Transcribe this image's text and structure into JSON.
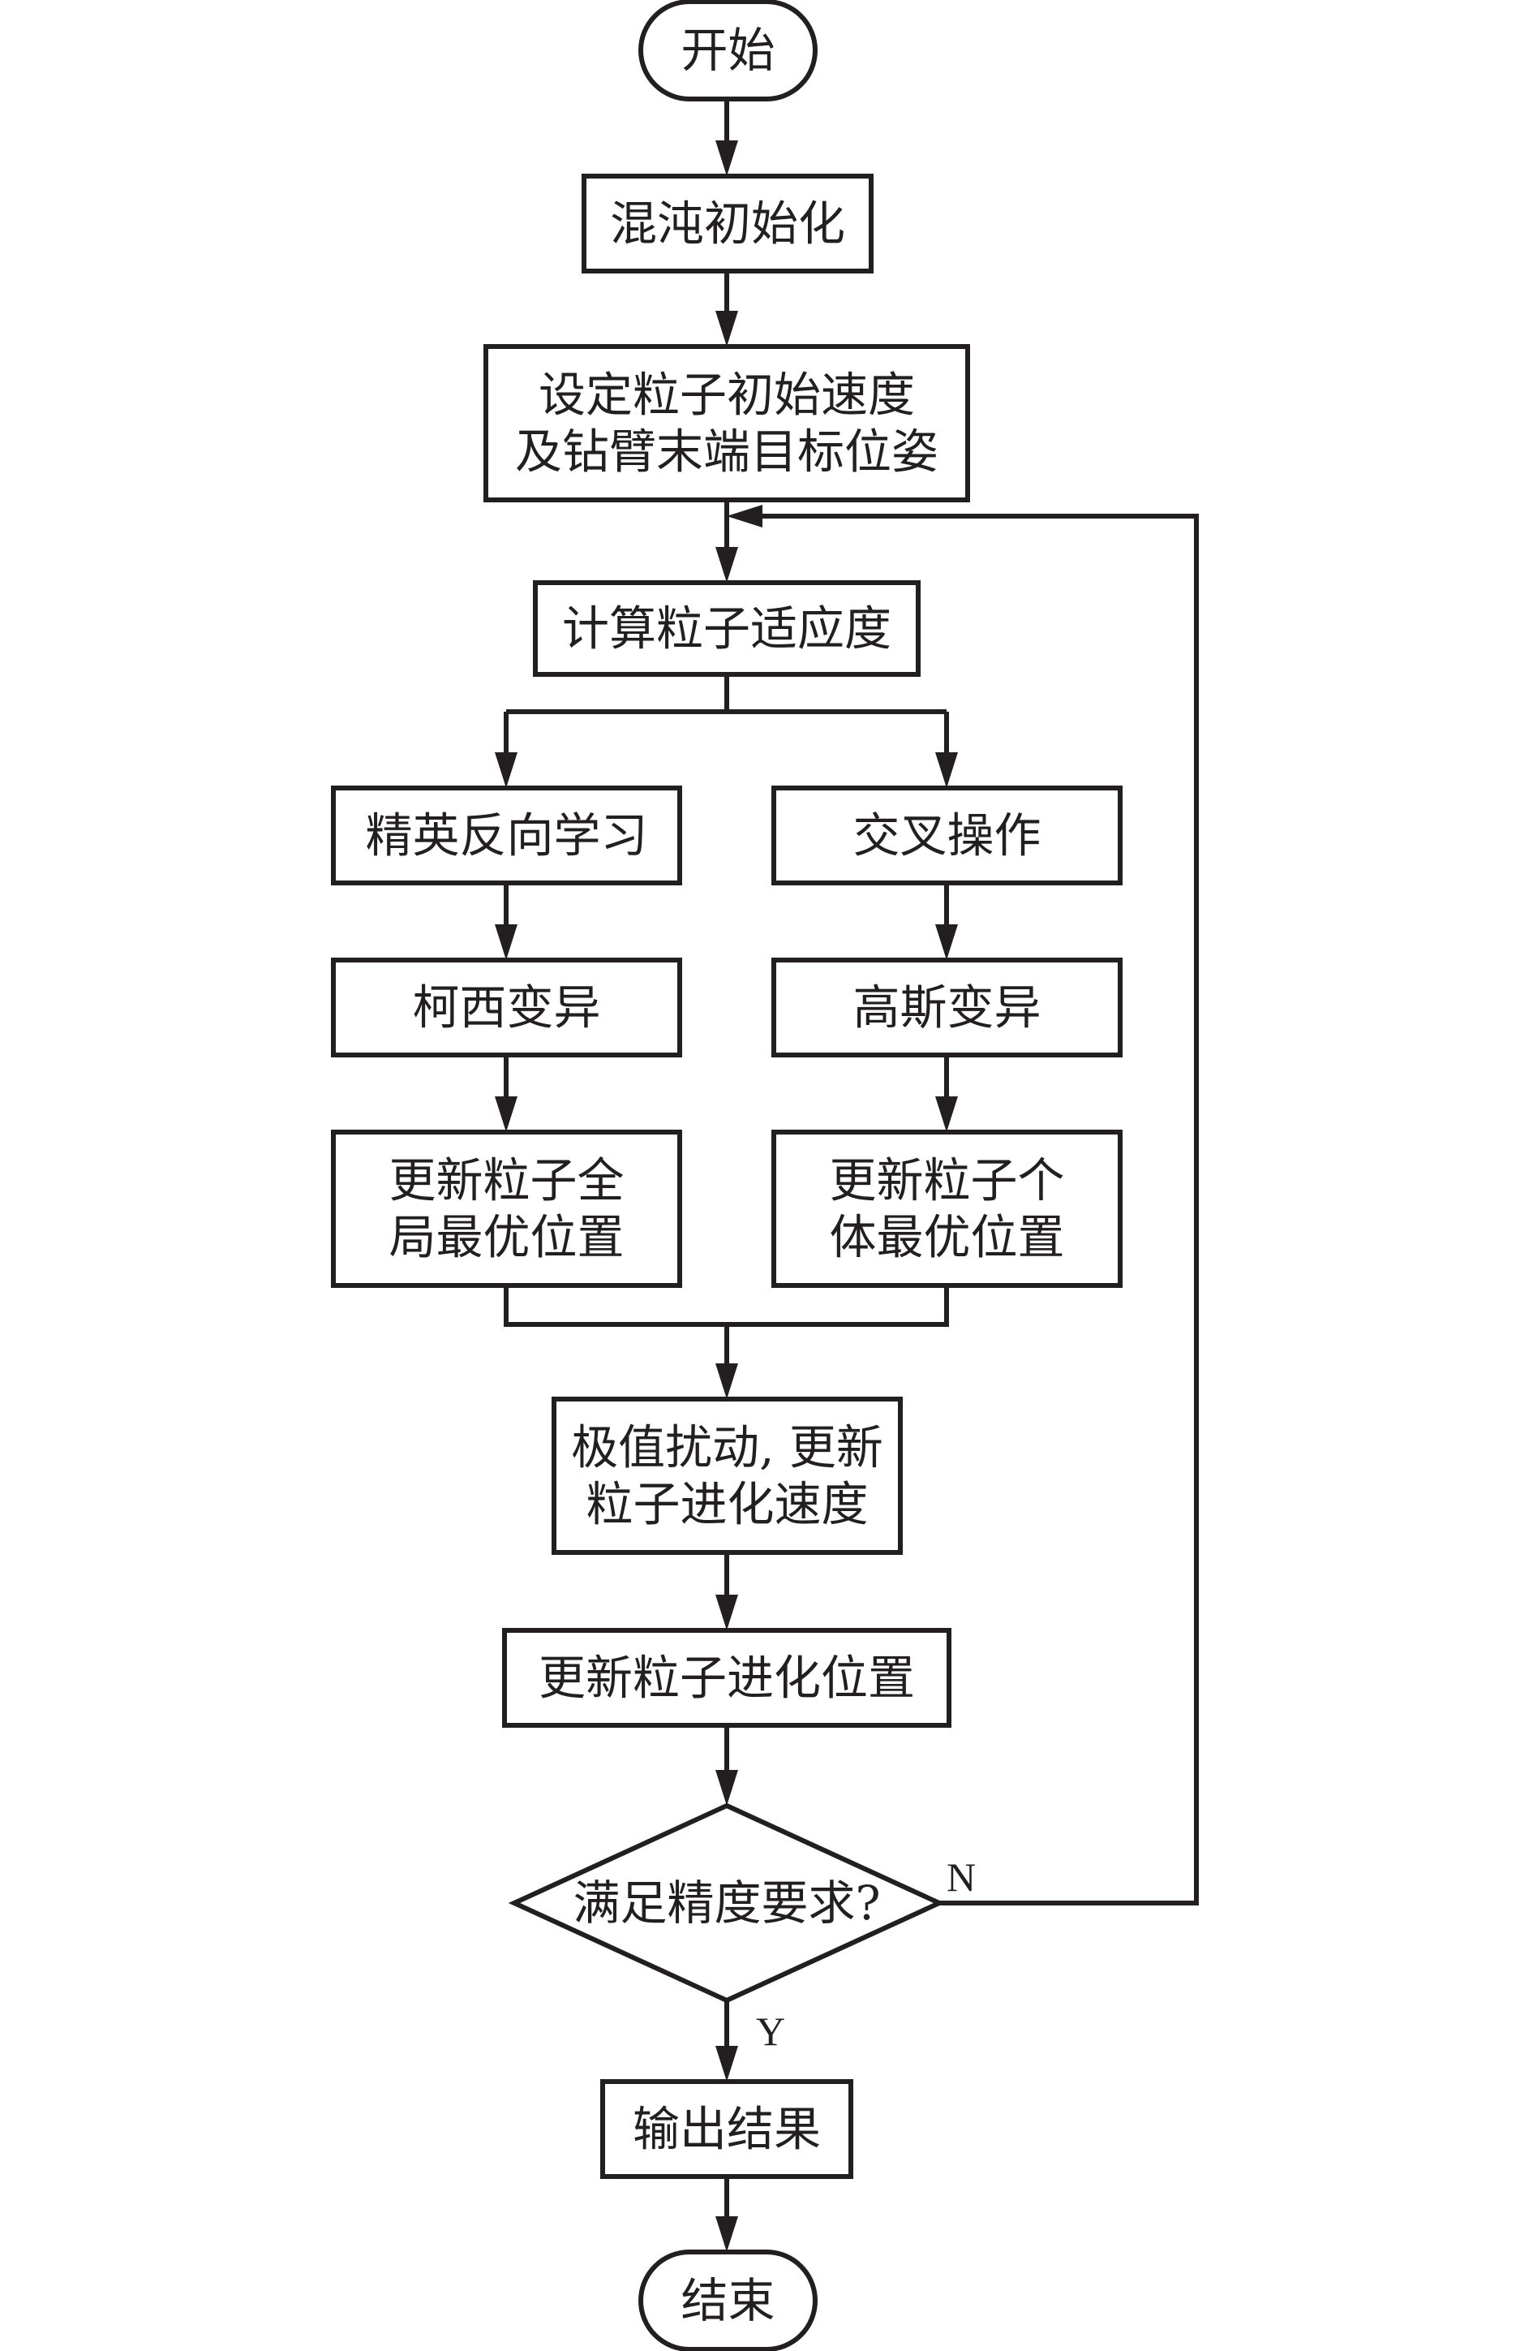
{
  "nodes": {
    "start": {
      "lines": [
        "开始"
      ]
    },
    "chaos_init": {
      "lines": [
        "混沌初始化"
      ]
    },
    "set_velocity": {
      "lines": [
        "设定粒子初始速度",
        "及钻臂末端目标位姿"
      ]
    },
    "fitness": {
      "lines": [
        "计算粒子适应度"
      ]
    },
    "elite_learning": {
      "lines": [
        "精英反向学习"
      ]
    },
    "crossover": {
      "lines": [
        "交叉操作"
      ]
    },
    "cauchy_mutation": {
      "lines": [
        "柯西变异"
      ]
    },
    "gauss_mutation": {
      "lines": [
        "高斯变异"
      ]
    },
    "update_global": {
      "lines": [
        "更新粒子全",
        "局最优位置"
      ]
    },
    "update_personal": {
      "lines": [
        "更新粒子个",
        "体最优位置"
      ]
    },
    "perturb": {
      "lines": [
        "极值扰动, 更新",
        "粒子进化速度"
      ]
    },
    "update_position": {
      "lines": [
        "更新粒子进化位置"
      ]
    },
    "decision": {
      "lines": [
        "满足精度要求?"
      ]
    },
    "output": {
      "lines": [
        "输出结果"
      ]
    },
    "end": {
      "lines": [
        "结束"
      ]
    }
  },
  "edge_labels": {
    "no": "N",
    "yes": "Y"
  }
}
